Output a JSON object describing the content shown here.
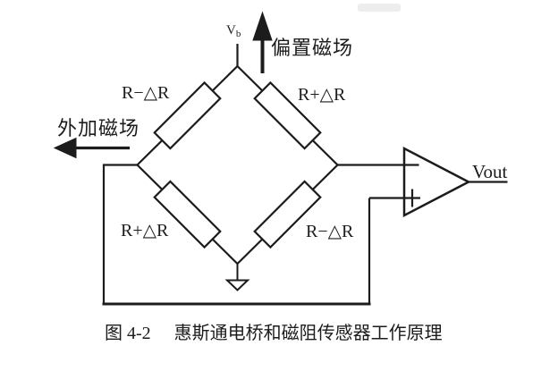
{
  "figure": {
    "power_label": {
      "main": "V",
      "sub": "b"
    },
    "bias_field_label": "偏置磁场",
    "applied_field_label": "外加磁场",
    "output_label": "Vout",
    "resistors": {
      "top_left": "R−△R",
      "top_right": "R+△R",
      "bottom_left": "R+△R",
      "bottom_right": "R−△R"
    },
    "caption": {
      "number": "图 4-2",
      "title": "惠斯通电桥和磁阻传感器工作原理"
    },
    "colors": {
      "ink": "#1c1c1c",
      "background": "#ffffff"
    }
  }
}
